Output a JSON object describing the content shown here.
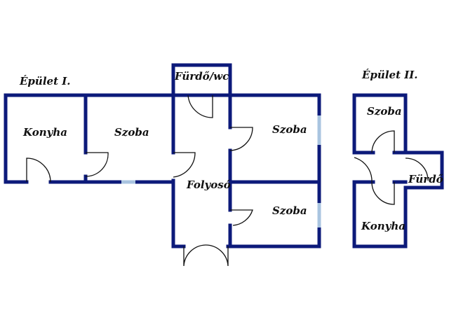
{
  "buildings": [
    {
      "title": "Épület I.",
      "rooms": [
        "Konyha",
        "Szoba",
        "Fürdő/wc",
        "Szoba",
        "Folyosó",
        "Szoba"
      ]
    },
    {
      "title": "Épület II.",
      "rooms": [
        "Szoba",
        "Fürdő",
        "Konyha"
      ]
    }
  ],
  "colors": {
    "wall": "#0c1a7a",
    "window": "#a9c4e0"
  }
}
